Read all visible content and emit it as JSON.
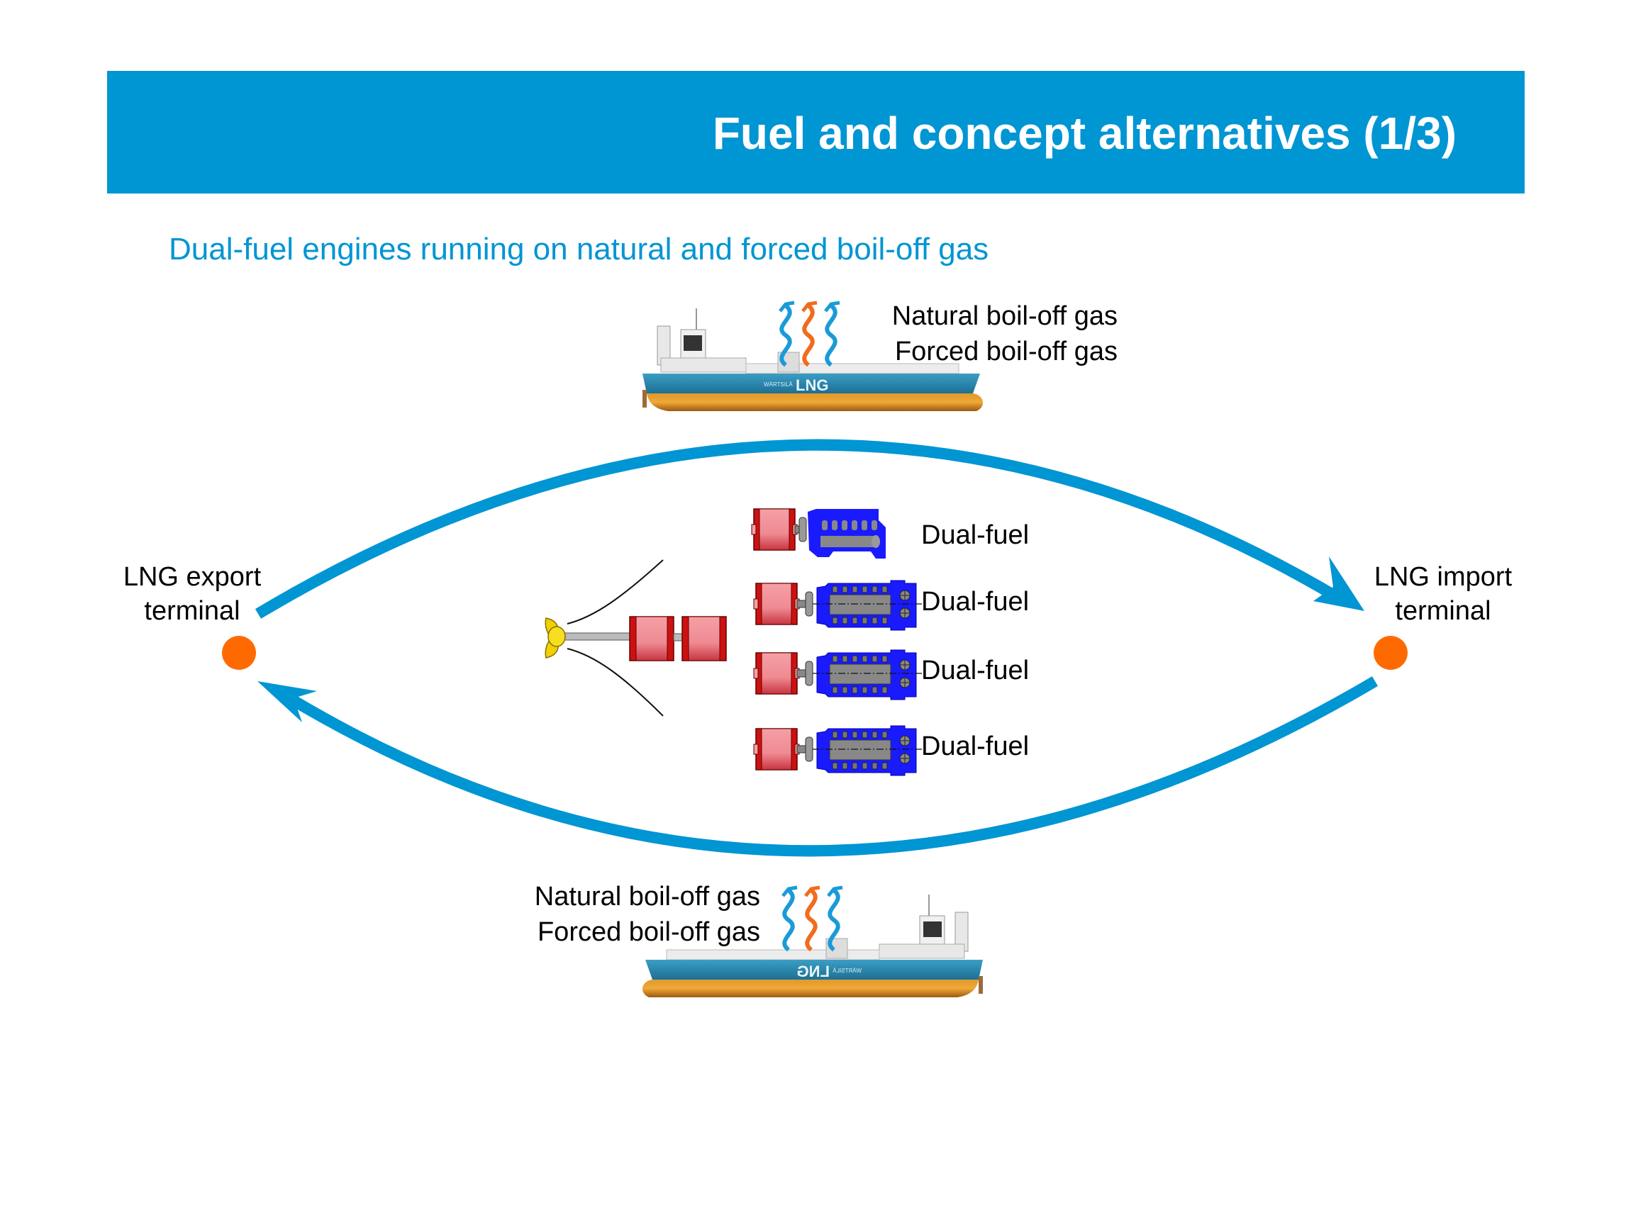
{
  "header": {
    "title": "Fuel and concept alternatives (1/3)",
    "subtitle": "Dual-fuel engines running on natural and forced boil-off gas"
  },
  "colors": {
    "banner": "#0095d3",
    "arrow": "#0095d3",
    "terminal_dot": "#ff6a00",
    "gas_natural": "#1a9bd7",
    "gas_forced": "#f26b1d",
    "engine": "#1a1aff",
    "generator": "#e05560"
  },
  "terminals": {
    "export": {
      "line1": "LNG export",
      "line2": "terminal"
    },
    "import": {
      "line1": "LNG import",
      "line2": "terminal"
    }
  },
  "ships": {
    "laden": {
      "hull_text": "LNG",
      "brand": "WÄRTSILÄ",
      "gas_labels": [
        "Natural boil-off gas",
        "Forced boil-off gas"
      ]
    },
    "ballast": {
      "hull_text": "LNG",
      "brand": "WÄRTSILÄ",
      "gas_labels": [
        "Natural boil-off gas",
        "Forced boil-off gas"
      ]
    }
  },
  "engines": [
    {
      "label": "Dual-fuel",
      "view": "side"
    },
    {
      "label": "Dual-fuel",
      "view": "top"
    },
    {
      "label": "Dual-fuel",
      "view": "top"
    },
    {
      "label": "Dual-fuel",
      "view": "top"
    }
  ],
  "propulsion": {
    "type": "electric",
    "motors": 2
  }
}
